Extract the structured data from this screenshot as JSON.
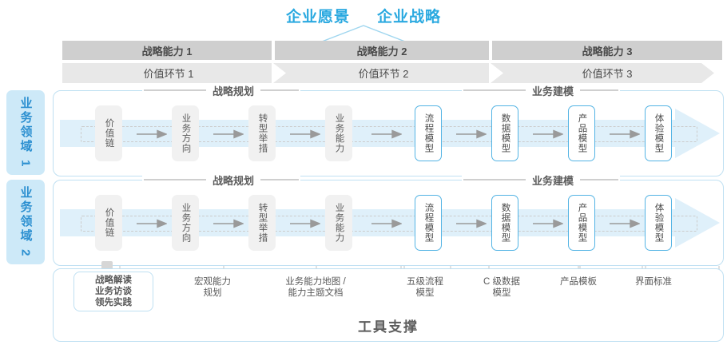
{
  "header": {
    "vision": "企业愿景",
    "strategy": "企业战略"
  },
  "capabilities": [
    {
      "label": "战略能力 1"
    },
    {
      "label": "战略能力 2"
    },
    {
      "label": "战略能力 3"
    }
  ],
  "value_chain": [
    {
      "label": "价值环节 1"
    },
    {
      "label": "价值环节 2"
    },
    {
      "label": "价值环节 3"
    }
  ],
  "domains": [
    {
      "label": "业务领域 1"
    },
    {
      "label": "业务领域 2"
    }
  ],
  "sections": {
    "planning": "战略规划",
    "modeling": "业务建模"
  },
  "nodes": {
    "planning": [
      {
        "label": "价值链"
      },
      {
        "label": "业务方向"
      },
      {
        "label": "转型举措"
      },
      {
        "label": "业务能力"
      }
    ],
    "modeling": [
      {
        "label": "流程模型"
      },
      {
        "label": "数据模型"
      },
      {
        "label": "产品模型"
      },
      {
        "label": "体验模型"
      }
    ]
  },
  "tools": {
    "box": "战略解读\n业务访谈\n领先实践",
    "box_lines": [
      "战略解读",
      "业务访谈",
      "领先实践"
    ],
    "items": [
      {
        "line1": "宏观能力",
        "line2": "规划"
      },
      {
        "line1": "业务能力地图 /",
        "line2": "能力主题文档"
      },
      {
        "line1": "五级流程",
        "line2": "模型"
      },
      {
        "line1": "C 级数据",
        "line2": "模型"
      },
      {
        "line1": "产品模板",
        "line2": ""
      },
      {
        "line1": "界面标准",
        "line2": ""
      }
    ],
    "footer_title": "工具支撑"
  },
  "colors": {
    "accent_blue": "#2aa9e0",
    "light_blue": "#cde9f8",
    "box_blue_border": "#54b4e4",
    "gray_header": "#cfcfcf",
    "gray_subheader": "#e8e8e8",
    "node_gray": "#f1f1f1"
  }
}
